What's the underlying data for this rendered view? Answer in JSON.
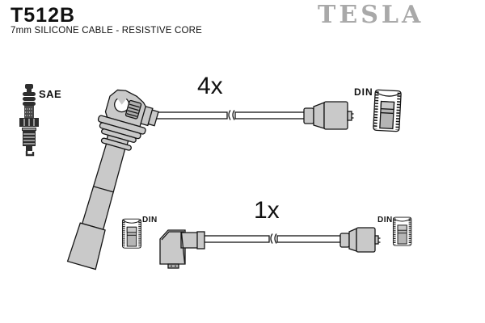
{
  "header": {
    "part_number": "T512B",
    "subtitle": "7mm SILICONE CABLE - RESISTIVE CORE",
    "brand_logo": "TESLA"
  },
  "diagram": {
    "spark_plug": {
      "standard_label": "SAE"
    },
    "coil_wire_kit": {
      "quantity_label": "4x",
      "terminal_label": "DIN"
    },
    "single_wire_kit": {
      "quantity_label": "1x",
      "terminal_label_left": "DIN",
      "terminal_label_right": "DIN"
    },
    "icons": [
      "spark-plug-icon",
      "coil-boot-icon",
      "ignition-cable-top",
      "distributor-plug-icon-top",
      "din-terminal-icon-top",
      "din-terminal-icon-bottom-left",
      "angle-boot-icon",
      "ignition-cable-bottom",
      "distributor-plug-icon-bottom",
      "din-terminal-icon-bottom-right"
    ]
  },
  "colors": {
    "logo_gray": "#a9a9a9",
    "outline": "#141414",
    "part_fill": "#c9c9c9",
    "part_fill_dark": "#adadad"
  }
}
